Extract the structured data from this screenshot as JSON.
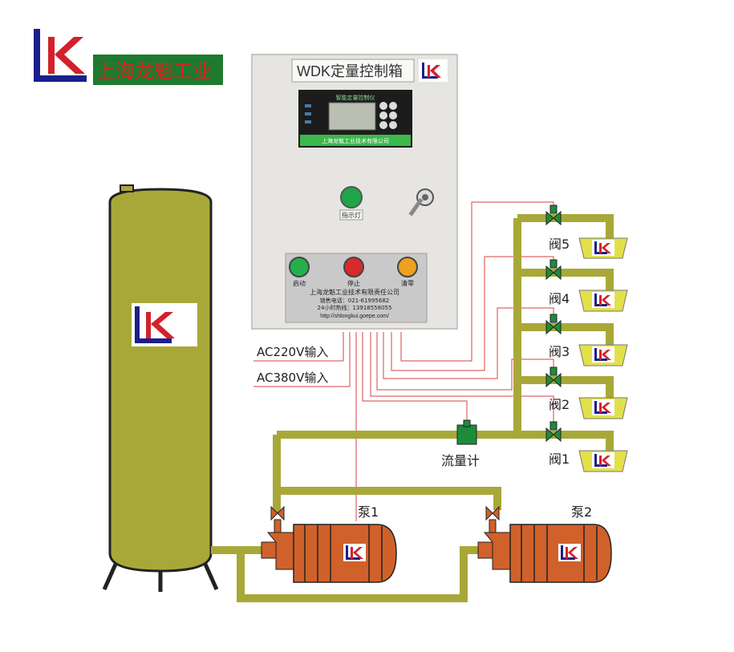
{
  "brand": {
    "company_name": "上海龙魁工业",
    "logo_letters": "LK",
    "logo_color": "#1a1f8c",
    "logo_accent": "#d4202a",
    "banner_color": "#1d7a2e",
    "banner_text_color": "#e02020"
  },
  "control_box": {
    "title": "WDK定量控制箱",
    "display": {
      "header": "智能定量控制仪",
      "footer": "上海龙魁工业技术有限公司"
    },
    "indicator_label": "指示灯",
    "buttons": [
      {
        "label": "启动",
        "color": "#23b04b"
      },
      {
        "label": "停止",
        "color": "#d82a2a"
      },
      {
        "label": "清零",
        "color": "#f0a020"
      }
    ],
    "info_plate": {
      "company": "上海龙魁工业技术有限责任公司",
      "sales_phone": "销售电话：021-61995682",
      "hotline": "24小时热线：13918558055",
      "website": "http://shlongkui.goepe.com/"
    }
  },
  "inputs": {
    "ac220": "AC220V输入",
    "ac380": "AC380V输入"
  },
  "pipeline": {
    "flowmeter_label": "流量计",
    "valves": [
      "阀5",
      "阀4",
      "阀3",
      "阀2",
      "阀1"
    ],
    "pumps": [
      "泵1",
      "泵2"
    ],
    "pipe_color": "#a8a839",
    "valve_color": "#1c8c3a",
    "pump_color": "#d0612b",
    "tank_color": "#a8a839",
    "wire_color": "#d84040"
  }
}
